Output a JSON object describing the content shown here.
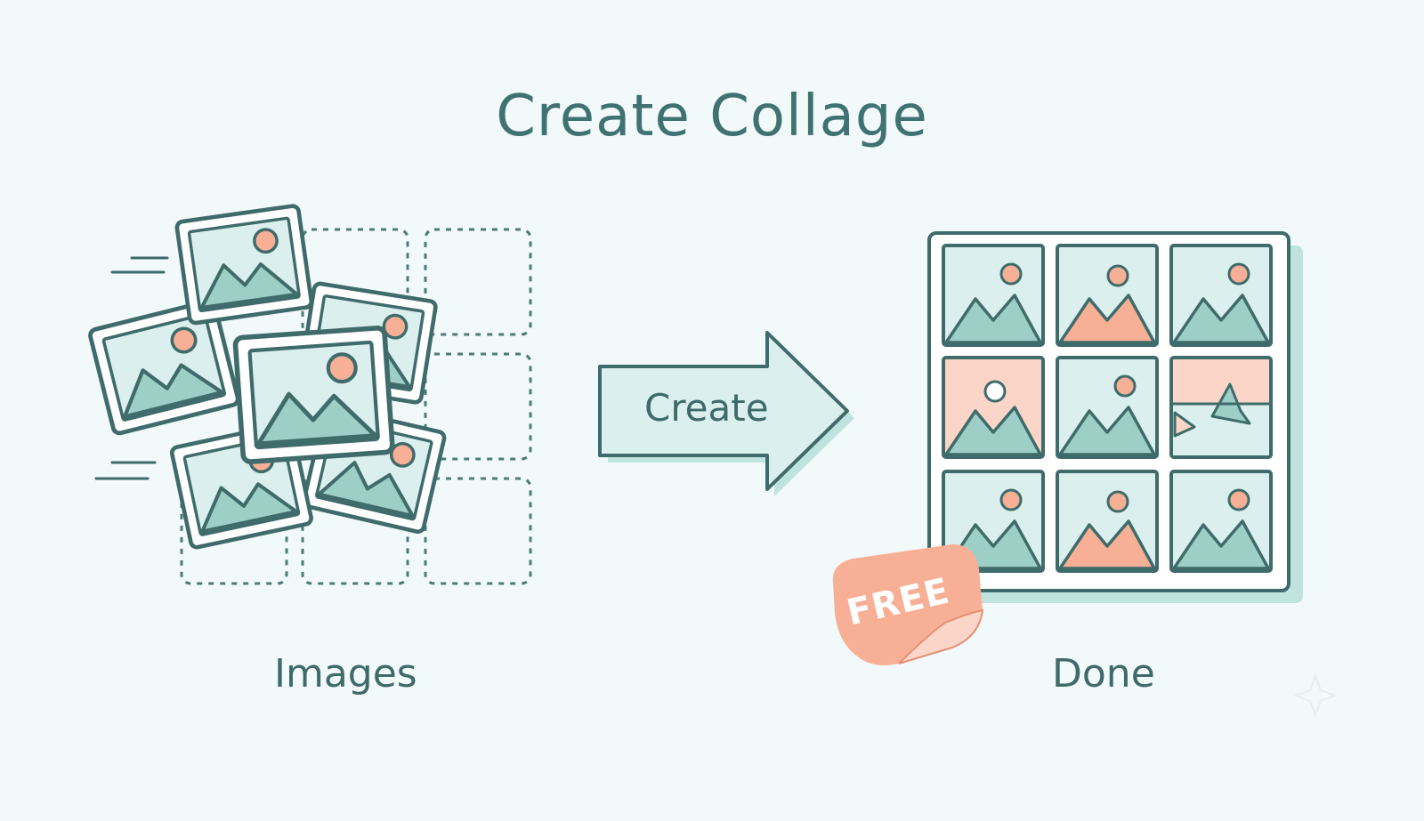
{
  "title": "Create Collage",
  "steps": {
    "input_label": "Images",
    "action_label": "Create",
    "output_label": "Done"
  },
  "badge": {
    "label": "FREE"
  },
  "colors": {
    "background": "#f2f9fb",
    "stroke": "#3f6b6b",
    "teal_fill": "#9ecfc7",
    "light_fill": "#dcefef",
    "peach": "#f7b096",
    "peach_light": "#fbd6c8"
  },
  "icons": {
    "photo": "image-icon",
    "arrow": "right-arrow-icon",
    "badge": "sticker-badge-icon",
    "grid": "collage-grid-icon"
  }
}
